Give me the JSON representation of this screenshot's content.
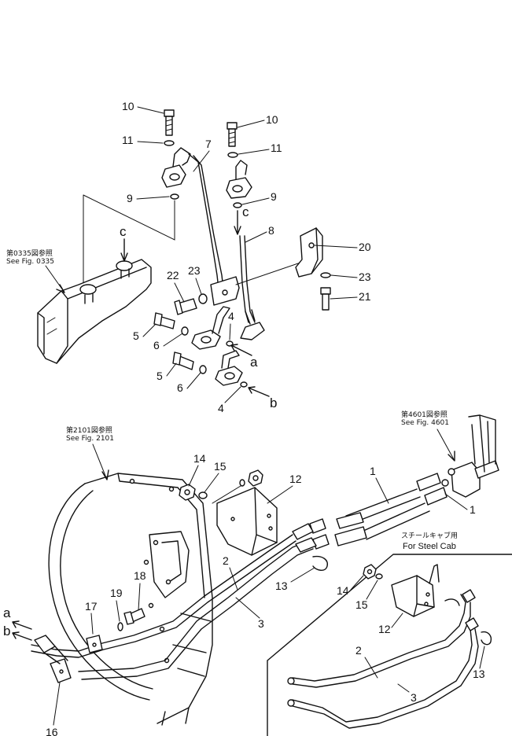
{
  "callouts": {
    "p10a": "10",
    "p11a": "11",
    "p7": "7",
    "p9a": "9",
    "p10b": "10",
    "p11b": "11",
    "p9b": "9",
    "p8": "8",
    "p20": "20",
    "p23b": "23",
    "p21": "21",
    "p22": "22",
    "p23a": "23",
    "p4a": "4",
    "p5a": "5",
    "p6a": "6",
    "p5b": "5",
    "p6b": "6",
    "p4b": "4",
    "p14": "14",
    "p15": "15",
    "p12": "12",
    "p1a": "1",
    "p1b": "1",
    "p2": "2",
    "p3": "3",
    "p13": "13",
    "p18": "18",
    "p19": "19",
    "p17": "17",
    "p16": "16",
    "p14s": "14",
    "p15s": "15",
    "p12s": "12",
    "p2s": "2",
    "p3s": "3",
    "p13s": "13"
  },
  "flow_letters": {
    "c_top": "c",
    "c_pipe": "c",
    "a_right": "a",
    "b_right": "b",
    "a_left": "a",
    "b_left": "b"
  },
  "references": {
    "fig0335_jp": "第0335図参照",
    "fig0335_en": "See Fig. 0335",
    "fig2101_jp": "第2101図参照",
    "fig2101_en": "See Fig. 2101",
    "fig4601_jp": "第4601図参照",
    "fig4601_en": "See Fig. 4601"
  },
  "steel_cab": {
    "jp": "スチールキャブ用",
    "en": "For Steel Cab"
  }
}
